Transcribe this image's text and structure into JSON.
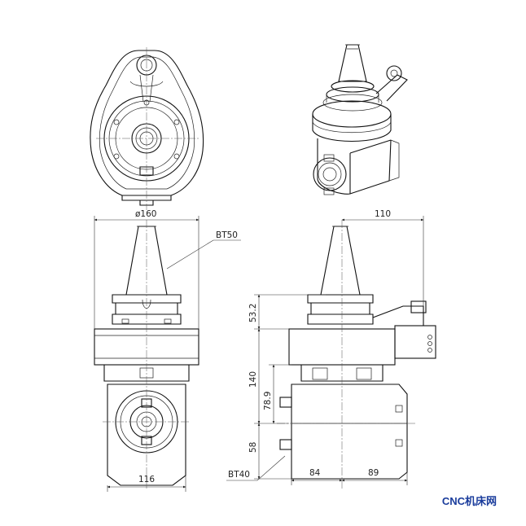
{
  "dimensions": {
    "top_diameter": "ø160",
    "bt50": "BT50",
    "offset_110": "110",
    "height_53_2": "53.2",
    "height_140": "140",
    "height_78_9": "78.9",
    "height_58": "58",
    "width_116": "116",
    "bt40": "BT40",
    "width_84": "84",
    "width_89": "89"
  },
  "watermark": "CNC机床网"
}
